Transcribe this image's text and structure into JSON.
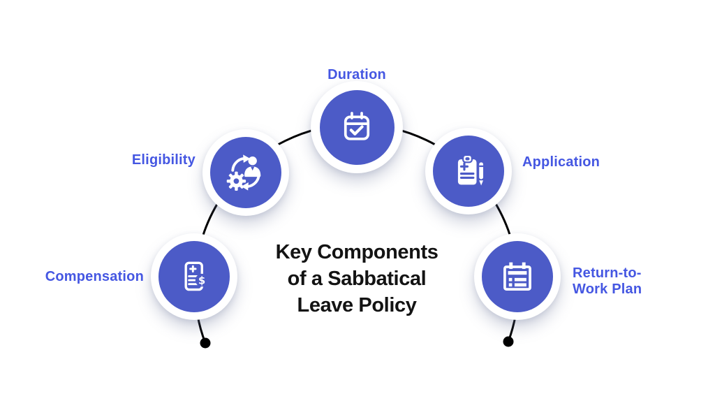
{
  "diagram": {
    "title_text": "Key Components of a Sabbatical Leave Policy",
    "title_lines": [
      "Key Components",
      "of a Sabbatical",
      "Leave Policy"
    ]
  },
  "nodes": [
    {
      "label": "Duration",
      "icon": "calendar-check-icon"
    },
    {
      "label": "Eligibility",
      "icon": "person-gear-cycle-icon"
    },
    {
      "label": "Application",
      "icon": "clipboard-pencil-icon"
    },
    {
      "label": "Compensation",
      "icon": "invoice-dollar-icon"
    },
    {
      "label": "Return-to-Work Plan",
      "icon": "calendar-agenda-icon"
    }
  ],
  "colors": {
    "node_fill": "#4C5BC7",
    "label_text": "#4557E2",
    "title_text": "#131313",
    "connector": "#000000",
    "background": "#FFFFFF"
  }
}
